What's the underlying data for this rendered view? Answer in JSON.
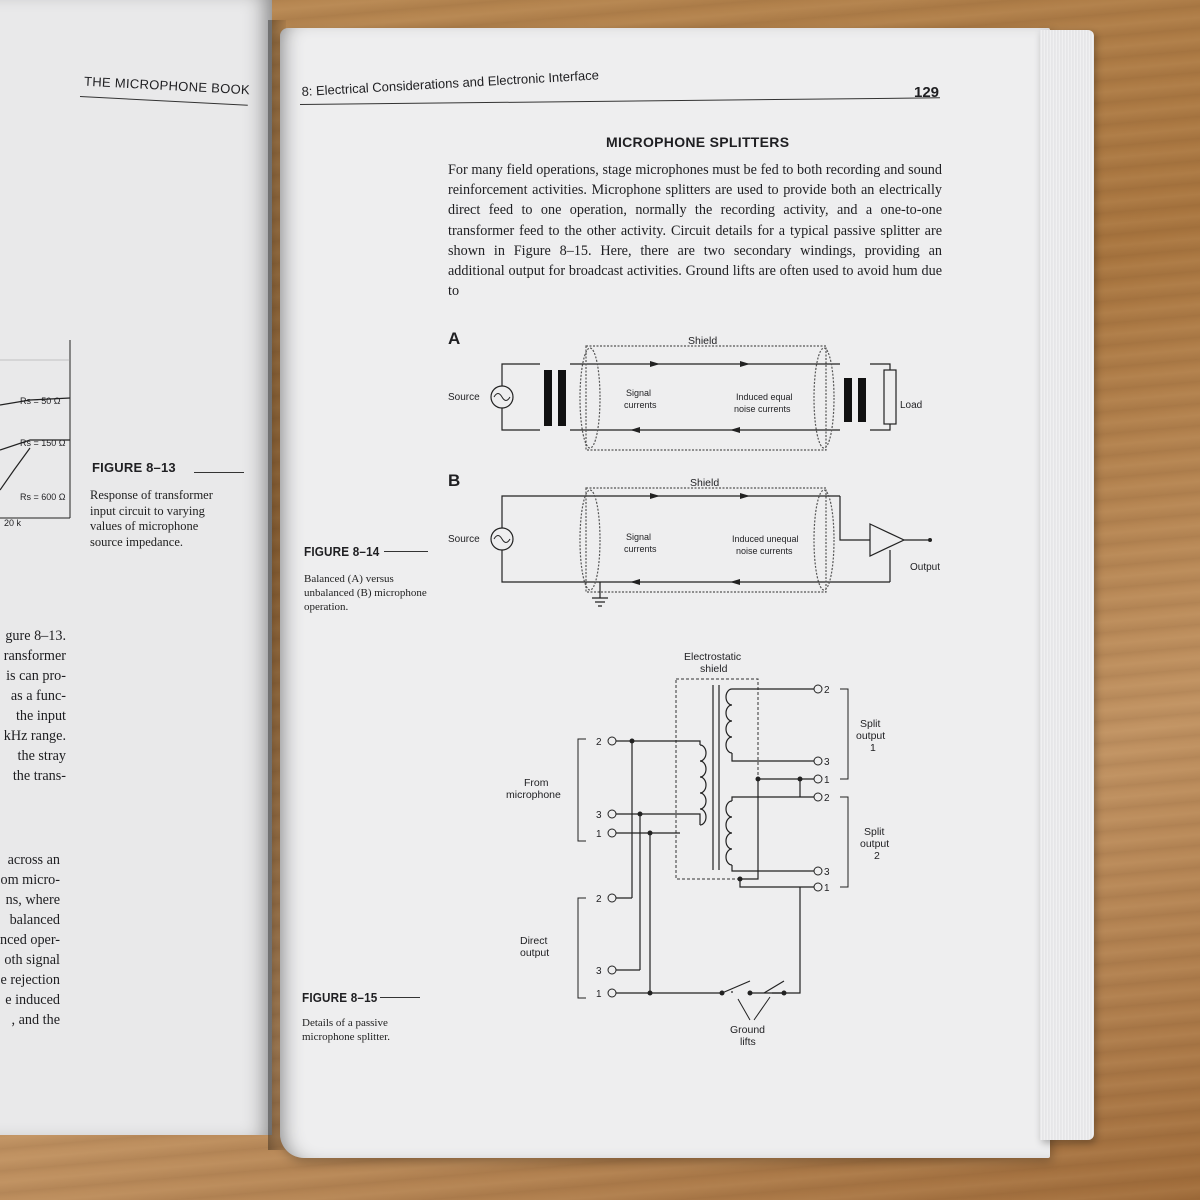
{
  "left_page": {
    "running_head": "THE MICROPHONE BOOK",
    "figure_8_13": {
      "label": "FIGURE 8–13",
      "caption_lines": [
        "Response of transformer",
        "input circuit to varying",
        "values of microphone",
        "source impedance."
      ]
    },
    "chart_labels": [
      "Rs = 50 Ω",
      "Rs = 150 Ω",
      "Rs = 600 Ω",
      "20 k"
    ],
    "body_fragments": [
      "gure 8–13.",
      "ransformer",
      "is can pro-",
      "as a func-",
      "the input",
      "kHz range.",
      "the stray",
      "the trans-",
      "across an",
      "om micro-",
      "ns, where",
      "balanced",
      "nced oper-",
      "oth signal",
      "e rejection",
      "e induced",
      ", and the"
    ]
  },
  "right_page": {
    "running_head": "8: Electrical Considerations and Electronic Interface",
    "page_number": "129",
    "section_title": "MICROPHONE SPLITTERS",
    "body_text": "For many field operations, stage microphones must be fed to both recording and sound reinforcement activities. Microphone splitters are used to provide both an electrically direct feed to one operation, normally the recording activity, and a one-to-one transformer feed to the other activity. Circuit details for a typical passive splitter are shown in Figure 8–15. Here, there are two secondary windings, providing an additional output for broadcast activities. Ground lifts are often used to avoid hum due to",
    "figure_8_14": {
      "label": "FIGURE 8–14",
      "caption_lines": [
        "Balanced (A) versus",
        "unbalanced (B) microphone",
        "operation."
      ],
      "diagram_a": {
        "letter": "A",
        "shield": "Shield",
        "source": "Source",
        "signal": [
          "Signal",
          "currents"
        ],
        "noise": [
          "Induced equal",
          "noise currents"
        ],
        "load": "Load"
      },
      "diagram_b": {
        "letter": "B",
        "shield": "Shield",
        "source": "Source",
        "signal": [
          "Signal",
          "currents"
        ],
        "noise": [
          "Induced unequal",
          "noise currents"
        ],
        "output": "Output"
      }
    },
    "figure_8_15": {
      "label": "FIGURE 8–15",
      "caption_lines": [
        "Details of a passive",
        "microphone splitter."
      ],
      "electrostatic_shield": [
        "Electrostatic",
        "shield"
      ],
      "from_microphone": [
        "From",
        "microphone"
      ],
      "direct_output": [
        "Direct",
        "output"
      ],
      "split_output_1": [
        "Split",
        "output",
        "1"
      ],
      "split_output_2": [
        "Split",
        "output",
        "2"
      ],
      "ground_lifts": [
        "Ground",
        "lifts"
      ],
      "pins": [
        "1",
        "2",
        "3"
      ]
    }
  }
}
